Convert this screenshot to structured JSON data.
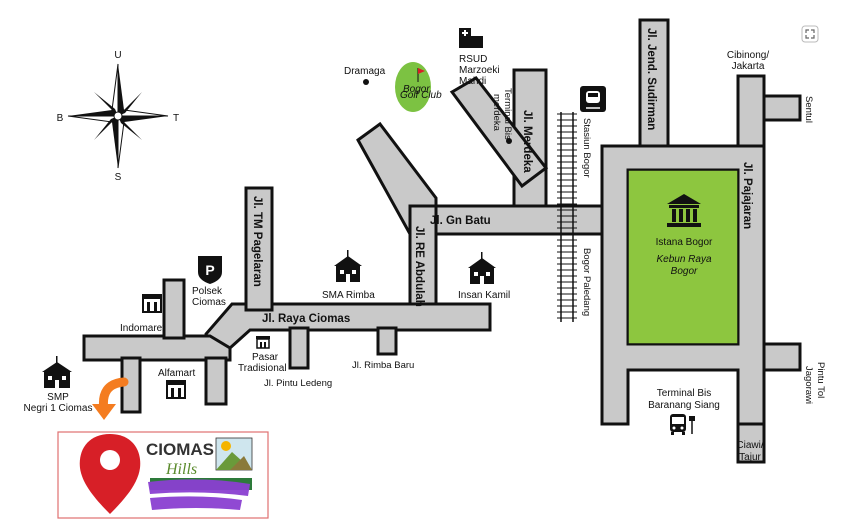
{
  "colors": {
    "road_fill": "#c9c9c9",
    "road_edge": "#111111",
    "park": "#8dc63f",
    "golf": "#7cc242",
    "pin": "#d71f27",
    "arrow": "#f47c20",
    "promo_border": "#e07070",
    "redaction": "#8a3fd1"
  },
  "compass": {
    "north": "U",
    "south": "S",
    "west": "B",
    "east": "T"
  },
  "roads": {
    "jendral_sudirman": "Jl. Jend. Sudirman",
    "merdeka": "Jl. Merdeka",
    "pajajaran": "Jl. Pajajaran",
    "gn_batu": "Jl. Gn Batu",
    "tm_pagelaran": "Jl. TM Pagelaran",
    "re_abdulah": "Jl. RE Abdulah",
    "raya_ciomas": "Jl. Raya Ciomas",
    "pintu_ledeng": "Jl. Pintu Ledeng",
    "rimba_baru": "Jl. Rimba Baru"
  },
  "places": {
    "dramaga": "Dramaga",
    "golf": [
      "Bogor",
      "Golf Club"
    ],
    "rsud": [
      "RSUD",
      "Marzoeki",
      "Mahdi"
    ],
    "terminal_merdeka": [
      "Terminal Bis",
      "merdeka"
    ],
    "stasiun": "Stasiun Bogor",
    "bogor_paledang": "Bogor Paledang",
    "cibinong": [
      "Cibinong/",
      "Jakarta"
    ],
    "sentul": "Sentul",
    "istana": "Istana Bogor",
    "kebun_raya": [
      "Kebun Raya",
      "Bogor"
    ],
    "polsek": [
      "Polsek",
      "Ciomas"
    ],
    "sma_rimba": "SMA Rimba",
    "insan_kamil": "Insan Kamil",
    "indomaret": "Indomaret",
    "alfamart": "Alfamart",
    "pasar": [
      "Pasar",
      "Tradisional"
    ],
    "smp": [
      "SMP",
      "Negri 1 Ciomas"
    ],
    "terminal_baranang": [
      "Terminal Bis",
      "Baranang Siang"
    ],
    "pintu_tol": [
      "Pintu Tol",
      "Jagorawi"
    ],
    "ciawi": [
      "Ciawi/",
      "Tajur"
    ]
  },
  "icons": {
    "police": "P",
    "compass": "compass-rose-icon",
    "hospital": "hospital-icon",
    "train": "train-icon",
    "palace": "palace-icon",
    "school": "school-icon",
    "store": "store-icon",
    "bus": "bus-icon",
    "location_pin": "location-pin-icon",
    "expand": "expand-icon"
  },
  "promo": {
    "logo_word": "CIOMAS",
    "logo_script": "Hills"
  }
}
